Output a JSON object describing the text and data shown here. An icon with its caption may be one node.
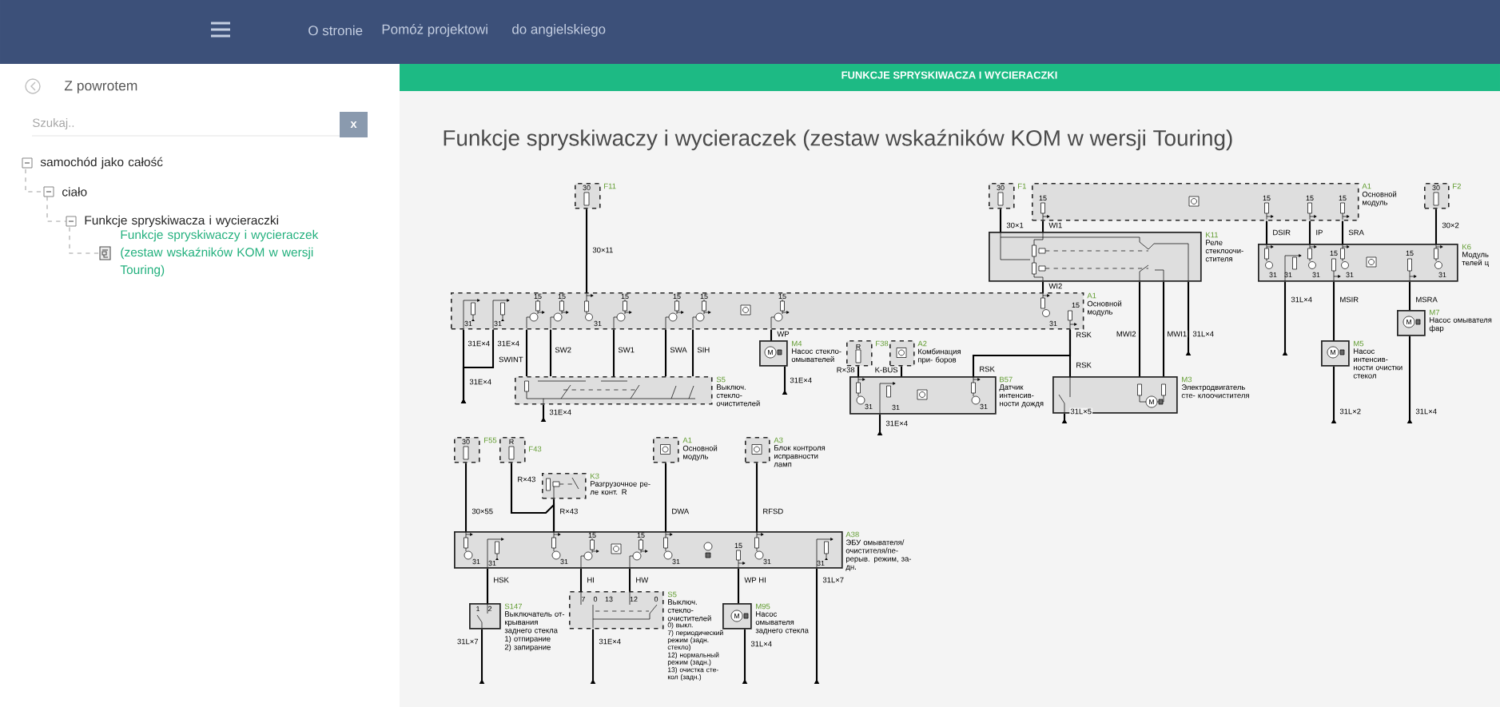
{
  "diagram": {
    "title": "Funkcje spryskiwaczy i wycieraczek (zestaw wskaźników KOM w wersji Touring)",
    "nodes": [
      {
        "text": [
          "samochód jako całość"
        ]
      },
      {
        "text": [
          "ciało"
        ]
      },
      {
        "text": [
          "Funkcje spryskiwacza i wycieraczki"
        ]
      },
      {
        "text": [
          "Funkcje spryskiwaczy i wycieraczek (zestaw wskaźników KOM w wersji Touring)"
        ]
      },
      {
        "text": [
          "30",
          "F11"
        ]
      },
      {
        "text": [
          "30",
          "F1"
        ]
      },
      {
        "text": [
          "15",
          "15",
          "15",
          "15",
          "A1",
          "Основной модуль"
        ]
      },
      {
        "text": [
          "30",
          "F2"
        ]
      },
      {
        "text": [
          "K11",
          "Реле стеклоочи- стителя"
        ]
      },
      {
        "text": [
          "31",
          "31",
          "31",
          "15",
          "31",
          "15",
          "31",
          "K6",
          "Модуль телей ц"
        ]
      },
      {
        "text": [
          "31",
          "31",
          "15",
          "15",
          "31",
          "15",
          "15",
          "15",
          "15",
          "31",
          "15",
          "A1",
          "Основной модуль"
        ]
      },
      {
        "text": [
          "M",
          "M7",
          "Насос омывателя фар"
        ]
      },
      {
        "text": [
          "M",
          "M4",
          "Насос стекло- омывателей"
        ]
      },
      {
        "text": [
          "R",
          "F38"
        ]
      },
      {
        "text": [
          "A2",
          "Комбинация при- боров"
        ]
      },
      {
        "text": [
          "M",
          "M5",
          "Насос интенсив- ности очистки стекол"
        ]
      },
      {
        "text": [
          "S5",
          "Выключ. стекло- очистителей"
        ]
      },
      {
        "text": [
          "31",
          "31",
          "31",
          "B57",
          "Датчик интенсив- ности дождя"
        ]
      },
      {
        "text": [
          "M",
          "M3",
          "Электродвигатель сте- клоочистителя"
        ]
      },
      {
        "text": [
          "30",
          "F55"
        ]
      },
      {
        "text": [
          "R",
          "F43"
        ]
      },
      {
        "text": [
          "A1",
          "Основной модуль"
        ]
      },
      {
        "text": [
          "A3",
          "Блок контроля исправности ламп"
        ]
      },
      {
        "text": [
          "K3",
          "Разгрузочное ре- ле конт. R"
        ]
      },
      {
        "text": [
          "31",
          "31",
          "31",
          "15",
          "15",
          "31",
          "15",
          "31",
          "31",
          "A38",
          "ЭБУ омывателя/ очистителя/пе- рерыв. режим, за- дн."
        ]
      },
      {
        "text": [
          "1",
          "2",
          "S147",
          "Выключатель от- крывания заднего стекла",
          "1) отпирание",
          "2) запирание"
        ]
      },
      {
        "text": [
          "7",
          "0",
          "13",
          "12",
          "0",
          "S5",
          "Выключ. стекло- очистителей",
          "0) выкл.",
          "7) периодический режим (задн. стекло)",
          "12) нормальный режим (задн.)",
          "13) очистка сте- кол (задн.)"
        ]
      },
      {
        "text": [
          "M",
          "M95",
          "Насос омывателя заднего стекла"
        ]
      }
    ],
    "edges": [
      {
        "from": 4,
        "to": 10,
        "label": "30×11",
        "arrow": "none"
      },
      {
        "from": 5,
        "to": 8,
        "label": "30×1",
        "arrow": "none"
      },
      {
        "from": 6,
        "to": 8,
        "label": "WI1",
        "arrow": "none"
      },
      {
        "from": 7,
        "to": 9,
        "label": "30×2",
        "arrow": "none"
      },
      {
        "from": 6,
        "to": 9,
        "label": "DSIR",
        "arrow": "none"
      },
      {
        "from": 6,
        "to": 9,
        "label": "IP",
        "arrow": "none"
      },
      {
        "from": 6,
        "to": 9,
        "label": "SRA",
        "arrow": "none"
      },
      {
        "from": 8,
        "to": 10,
        "label": "WI2",
        "arrow": "none"
      },
      {
        "from": 8,
        "to": 18,
        "label": "MWI2",
        "arrow": "none"
      },
      {
        "from": 8,
        "to": 18,
        "label": "MWI1",
        "arrow": "none"
      },
      {
        "from": 8,
        "to": null,
        "label": "31L×4",
        "arrow": "other"
      },
      {
        "from": 9,
        "to": null,
        "label": "31L×4",
        "arrow": "other"
      },
      {
        "from": 9,
        "to": 15,
        "label": "MSIR",
        "arrow": "none"
      },
      {
        "from": 9,
        "to": 11,
        "label": "MSRA",
        "arrow": "none"
      },
      {
        "from": 15,
        "to": null,
        "label": "31L×2",
        "arrow": "other"
      },
      {
        "from": 11,
        "to": null,
        "label": "31L×4",
        "arrow": "other"
      },
      {
        "from": 18,
        "to": null,
        "label": "31L×5",
        "arrow": "other"
      },
      {
        "from": 10,
        "to": 18,
        "label": "RSK",
        "arrow": "none"
      },
      {
        "from": 10,
        "to": 17,
        "label": "RSK",
        "arrow": "none"
      },
      {
        "from": 10,
        "to": 12,
        "label": "WP",
        "arrow": "none"
      },
      {
        "from": 12,
        "to": null,
        "label": "31E×4",
        "arrow": "other"
      },
      {
        "from": 13,
        "to": 17,
        "label": "R×38",
        "arrow": "none"
      },
      {
        "from": 14,
        "to": 17,
        "label": "K-BUS",
        "arrow": "none"
      },
      {
        "from": 17,
        "to": null,
        "label": "31E×4",
        "arrow": "other"
      },
      {
        "from": 10,
        "to": null,
        "label": "31E×4",
        "arrow": "other"
      },
      {
        "from": 10,
        "to": null,
        "label": "31E×4",
        "arrow": "other"
      },
      {
        "from": 10,
        "to": 16,
        "label": "SWINT",
        "arrow": "none"
      },
      {
        "from": 10,
        "to": 16,
        "label": "SW2",
        "arrow": "none"
      },
      {
        "from": 10,
        "to": 16,
        "label": "SW1",
        "arrow": "none"
      },
      {
        "from": 10,
        "to": 16,
        "label": "SWA",
        "arrow": "none"
      },
      {
        "from": 10,
        "to": 16,
        "label": "SIH",
        "arrow": "none"
      },
      {
        "from": 16,
        "to": null,
        "label": "31E×4",
        "arrow": "other"
      },
      {
        "from": 19,
        "to": 24,
        "label": "30×55",
        "arrow": "none"
      },
      {
        "from": 20,
        "to": 24,
        "label": "R×43",
        "arrow": "none"
      },
      {
        "from": 23,
        "to": 24,
        "label": "R×43",
        "arrow": "none"
      },
      {
        "from": 21,
        "to": 24,
        "label": "DWA",
        "arrow": "none"
      },
      {
        "from": 22,
        "to": 24,
        "label": "RFSD",
        "arrow": "none"
      },
      {
        "from": 24,
        "to": 25,
        "label": "HSK",
        "arrow": "none"
      },
      {
        "from": 24,
        "to": 26,
        "label": "HI",
        "arrow": "none"
      },
      {
        "from": 24,
        "to": 26,
        "label": "HW",
        "arrow": "none"
      },
      {
        "from": 24,
        "to": 27,
        "label": "WP HI",
        "arrow": "none"
      },
      {
        "from": 24,
        "to": null,
        "label": "31L×7",
        "arrow": "other"
      },
      {
        "from": 25,
        "to": null,
        "label": "31L×7",
        "arrow": "other"
      },
      {
        "from": 26,
        "to": null,
        "label": "31E×4",
        "arrow": "other"
      },
      {
        "from": 27,
        "to": null,
        "label": "31L×4",
        "arrow": "other"
      },
      {
        "from": 0,
        "to": 1,
        "arrow": "none",
        "style": "dashed",
        "color": "#a0a0a0"
      },
      {
        "from": 1,
        "to": 2,
        "arrow": "none",
        "style": "dashed",
        "color": "#a0a0a0"
      },
      {
        "from": 2,
        "to": 3,
        "arrow": "none",
        "style": "dashed",
        "color": "#a0a0a0"
      }
    ],
    "labels": [
      "O stronie",
      "Pomóż projektowi",
      "do angielskiego",
      "Z powrotem",
      "Szukaj..",
      "x",
      "FUNKCJE SPRYSKIWACZA I WYCIERACZKI",
      "RSK",
      "31E×4"
    ]
  }
}
